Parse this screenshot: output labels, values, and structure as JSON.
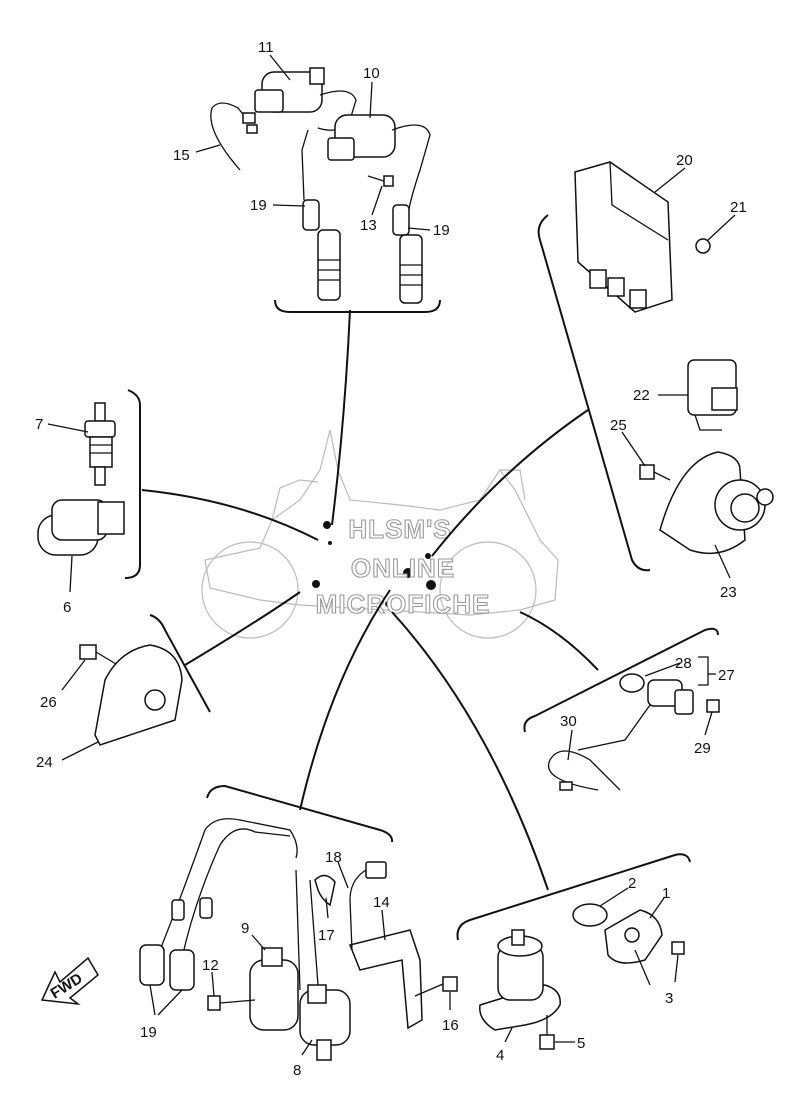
{
  "watermark": {
    "line1": "HLSM'S",
    "line2": "ONLINE",
    "line3": "MICROFICHE"
  },
  "fwd_arrow": {
    "label": "FWD"
  },
  "part_labels": {
    "p1": "1",
    "p2": "2",
    "p3": "3",
    "p4": "4",
    "p5": "5",
    "p6": "6",
    "p7": "7",
    "p8": "8",
    "p9": "9",
    "p10": "10",
    "p11": "11",
    "p12": "12",
    "p13": "13",
    "p14": "14",
    "p15": "15",
    "p16": "16",
    "p17": "17",
    "p18": "18",
    "p19a": "19",
    "p19b": "19",
    "p19c": "19",
    "p20": "20",
    "p21": "21",
    "p22": "22",
    "p23": "23",
    "p24": "24",
    "p25": "25",
    "p26": "26",
    "p27": "27",
    "p28": "28",
    "p29": "29",
    "p30": "30"
  }
}
